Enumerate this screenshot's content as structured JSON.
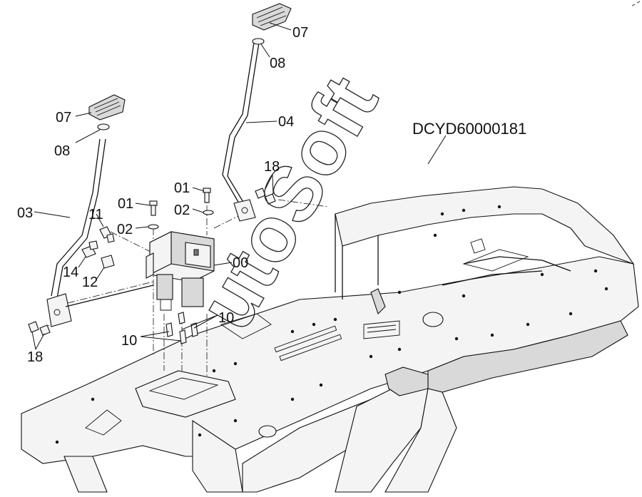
{
  "drawing_id": "DCYD60000181",
  "watermark": "utoSoft",
  "labels": {
    "l07a": "07",
    "l08a": "08",
    "l04": "04",
    "l07b": "07",
    "l08b": "08",
    "l18a": "18",
    "l01a": "01",
    "l01b": "01",
    "l02a": "02",
    "l02b": "02",
    "l03": "03",
    "l11": "11",
    "l00": "00",
    "l14": "14",
    "l12": "12",
    "l10a": "10",
    "l10b": "10",
    "l18b": "18"
  }
}
